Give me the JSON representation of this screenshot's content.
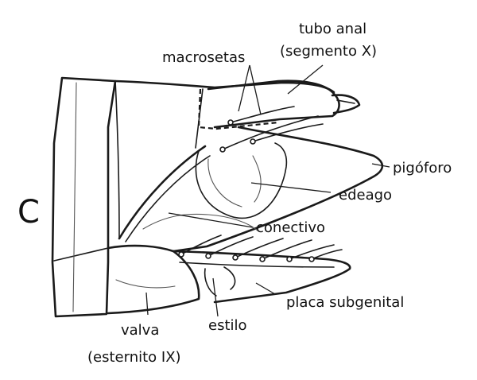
{
  "figure": {
    "panel_letter": "C",
    "labels": {
      "tubo_anal_line1": "tubo anal",
      "tubo_anal_line2": "(segmento X)",
      "macrosetas": "macrosetas",
      "pigoforo": "pigóforo",
      "edeago": "edeago",
      "conectivo": "conectivo",
      "placa_subgenital": "placa subgenital",
      "estilo": "estilo",
      "valva_line1": "valva",
      "valva_line2": "(esternito IX)"
    }
  }
}
